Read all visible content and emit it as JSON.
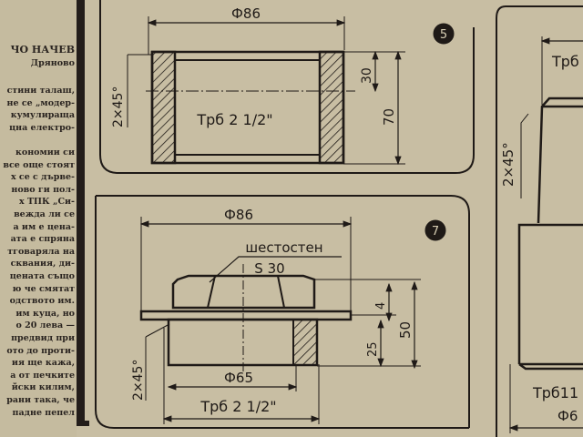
{
  "article": {
    "author": "ЧО НАЧЕВ",
    "town": "Дряново",
    "lines": [
      "стини талаш,",
      "не се „модер-",
      "кумулираща",
      "цна електро-",
      "",
      "кономии си",
      "все още стоят",
      "х се с дърве-",
      "ново ги пол-",
      "х ТПК „Си-",
      "вежда ли се",
      "а им е цена-",
      "ата е спряна",
      "тговаряла на",
      "сквания, ди-",
      "цената също",
      "ю че смятат",
      "одството им.",
      "им куца, но",
      "о 20 лева —",
      "предвид при",
      "ото до проти-",
      "ия ще кажа,",
      "а от печките",
      "йски килим,",
      "рани така, че",
      "падне пепел"
    ]
  },
  "figure5": {
    "number": "5",
    "diameter": "Ф86",
    "chamfer": "2×45°",
    "dim_small": "30",
    "dim_height": "70",
    "thread": "Трб 2 1/2\""
  },
  "figure7": {
    "number": "7",
    "diameter": "Ф86",
    "hex_label": "шестостен",
    "hex_size": "S 30",
    "dim_flange": "4",
    "dim_height": "50",
    "dim_lower": "25",
    "chamfer": "2×45°",
    "inner_diameter": "Ф65",
    "thread": "Трб 2 1/2\""
  },
  "figure_right": {
    "thread_top": "Трб",
    "chamfer": "2×45°",
    "thread_bottom": "Трб11",
    "diameter": "Ф6"
  }
}
